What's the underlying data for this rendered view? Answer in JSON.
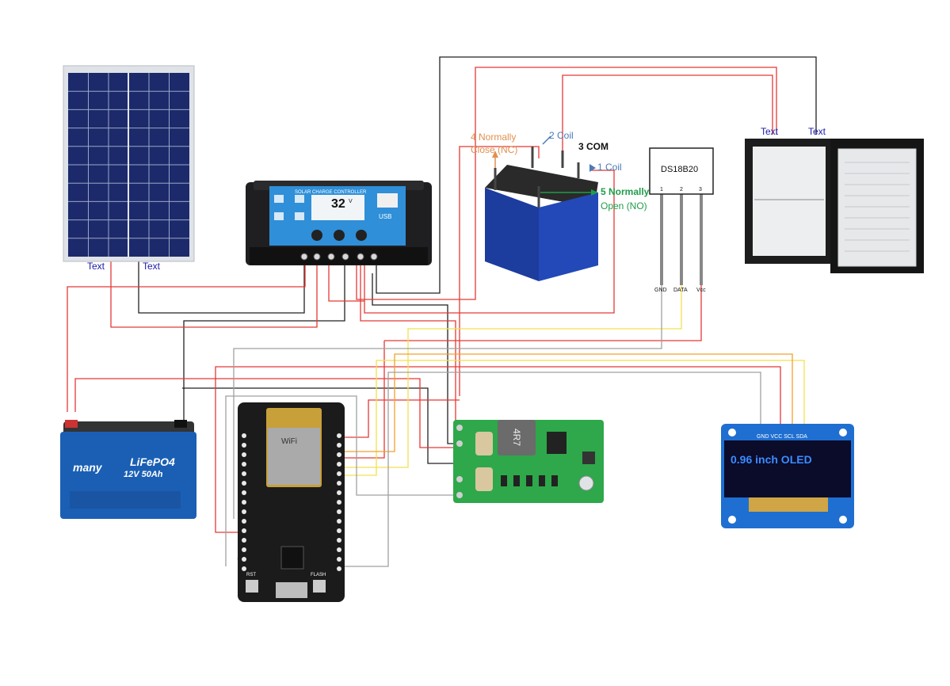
{
  "solar_panel": {
    "terminal_neg": "Text",
    "terminal_pos": "Text"
  },
  "charge_controller": {
    "title": "SOLAR CHARGE CONTROLLER",
    "display": "32",
    "display_unit": "V",
    "usb_label": "USB"
  },
  "battery": {
    "brand": "many",
    "chemistry": "LiFePO4",
    "rating": "12V 50Ah"
  },
  "relay": {
    "pin4": "4 Normally",
    "pin4b": "Close (NC)",
    "pin2": "2 Coil",
    "pin3": "3 COM",
    "pin1": "1 Coil",
    "pin5": "5 Normally",
    "pin5b": "Open (NO)"
  },
  "sensor": {
    "name": "DS18B20",
    "pin1": "1",
    "pin2": "2",
    "pin3": "3",
    "gnd": "GND",
    "data": "DATA",
    "vcc": "Vcc"
  },
  "fridge": {
    "terminal_a": "Text",
    "terminal_b": "Text"
  },
  "oled": {
    "text": "0.96 inch OLED",
    "pins": "GND VCC SCL SDA"
  },
  "nodemcu": {
    "rst": "RST",
    "flash": "FLASH",
    "wifi": "WiFi"
  },
  "buck": {
    "inductor": "4R7"
  },
  "colors": {
    "red": "#e53935",
    "black": "#222222",
    "yellow": "#f4e04d",
    "orange": "#f0a030",
    "gray": "#9e9e9e",
    "label_blue": "#1a1aa8"
  }
}
